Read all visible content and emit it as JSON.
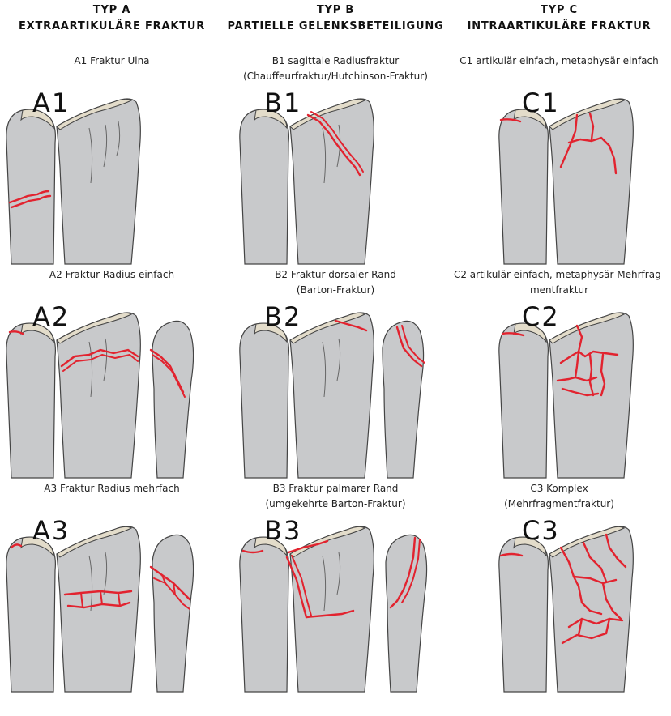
{
  "columns": [
    {
      "type_label": "TYP A",
      "title": "EXTRAARTIKULÄRE FRAKTUR"
    },
    {
      "type_label": "TYP B",
      "title": "PARTIELLE GELENKSBETEILIGUNG"
    },
    {
      "type_label": "TYP C",
      "title": "INTRAARTIKULÄRE FRAKTUR"
    }
  ],
  "panels": {
    "A1": {
      "code": "A1",
      "caption": [
        "A1 Fraktur Ulna"
      ]
    },
    "A2": {
      "code": "A2",
      "caption": [
        "A2 Fraktur Radius einfach"
      ]
    },
    "A3": {
      "code": "A3",
      "caption": [
        "A3 Fraktur Radius mehrfach"
      ]
    },
    "B1": {
      "code": "B1",
      "caption": [
        "B1 sagittale Radiusfraktur",
        "(Chauffeurfraktur/Hutchinson-Fraktur)"
      ]
    },
    "B2": {
      "code": "B2",
      "caption": [
        "B2 Fraktur dorsaler Rand",
        "(Barton-Fraktur)"
      ]
    },
    "B3": {
      "code": "B3",
      "caption": [
        "B3 Fraktur palmarer Rand",
        "(umgekehrte Barton-Fraktur)"
      ]
    },
    "C1": {
      "code": "C1",
      "caption": [
        "C1 artikulär einfach, metaphysär einfach"
      ]
    },
    "C2": {
      "code": "C2",
      "caption": [
        "C2 artikulär einfach, metaphysär Mehrfrag-",
        "mentfraktur"
      ]
    },
    "C3": {
      "code": "C3",
      "caption": [
        "C3 Komplex",
        "(Mehrfragmentfraktur)"
      ]
    }
  },
  "colors": {
    "bone": "#c8c9cb",
    "cartilage": "#e3dcca",
    "fracture": "#e2232f"
  }
}
